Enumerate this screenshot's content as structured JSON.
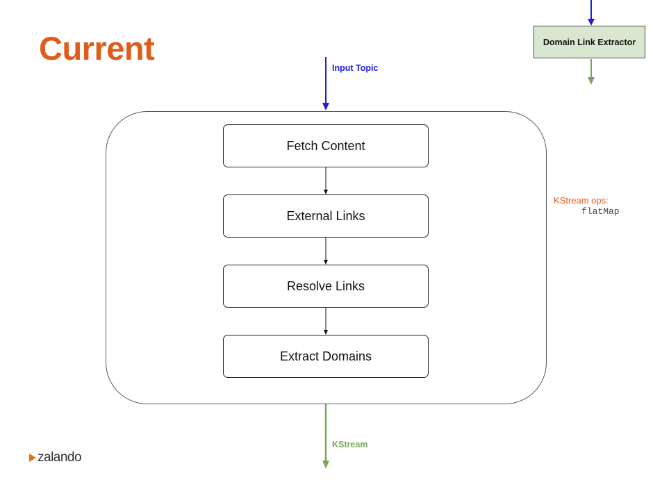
{
  "title": "Current",
  "top_right_box": {
    "label": "Domain Link Extractor"
  },
  "input": {
    "label": "Input Topic"
  },
  "steps": [
    {
      "label": "Fetch Content"
    },
    {
      "label": "External Links"
    },
    {
      "label": "Resolve Links"
    },
    {
      "label": "Extract Domains"
    }
  ],
  "output": {
    "label": "KStream"
  },
  "ops": {
    "title": "KStream ops:",
    "item": "flatMap"
  },
  "logo": {
    "text": "zalando"
  },
  "colors": {
    "title": "#e05c1a",
    "input_arrow": "#1d1ed6",
    "output_arrow": "#7aa65a",
    "extractor_fill": "#d9e7d0"
  }
}
